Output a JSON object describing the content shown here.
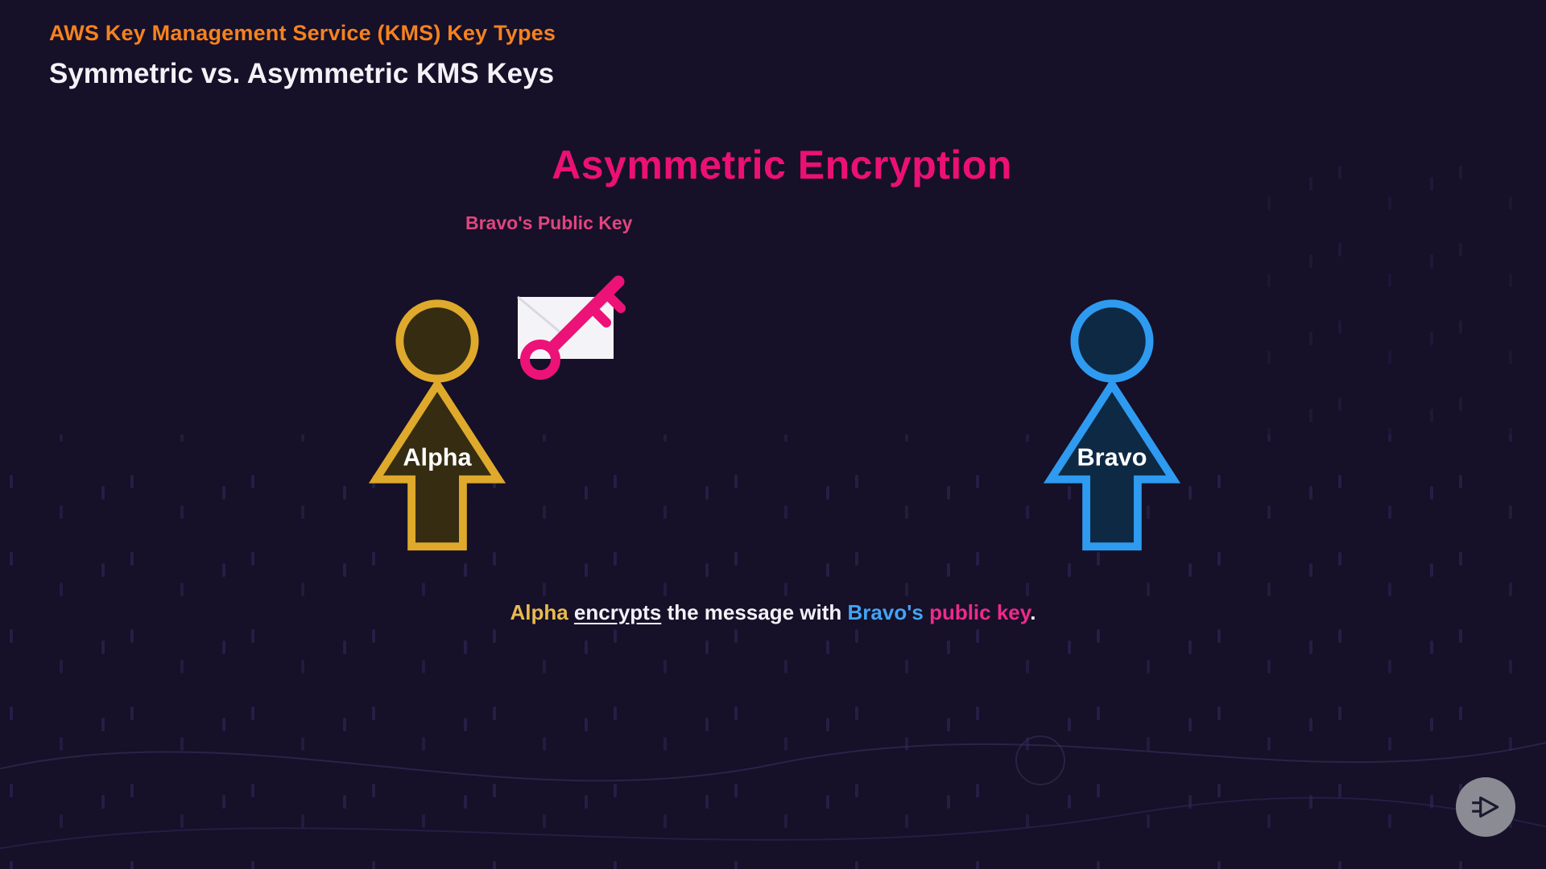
{
  "header": {
    "kicker": "AWS Key Management Service (KMS) Key Types",
    "title": "Symmetric vs. Asymmetric KMS Keys"
  },
  "slide": {
    "heading": "Asymmetric Encryption",
    "key_label": "Bravo's Public Key",
    "actors": {
      "alpha": {
        "name": "Alpha"
      },
      "bravo": {
        "name": "Bravo"
      }
    },
    "caption": {
      "alpha": "Alpha ",
      "encrypts": "encrypts",
      "middle": " the message with ",
      "bravo": "Bravo's ",
      "public_key": "public key",
      "period": "."
    }
  },
  "icons": {
    "message": "envelope-icon",
    "public_key": "key-icon",
    "watermark": "play-logo-icon"
  },
  "colors": {
    "background": "#161028",
    "kicker_orange": "#f5821f",
    "heading_pink": "#ec1075",
    "alpha_gold": "#dfa92c",
    "bravo_blue": "#2e9bf0",
    "caption_yellow": "#e9bb4e",
    "caption_blue": "#41a4f5",
    "caption_pink": "#ee2a8b",
    "envelope_white": "#f4f4f8",
    "key_pink": "#ec1278"
  }
}
